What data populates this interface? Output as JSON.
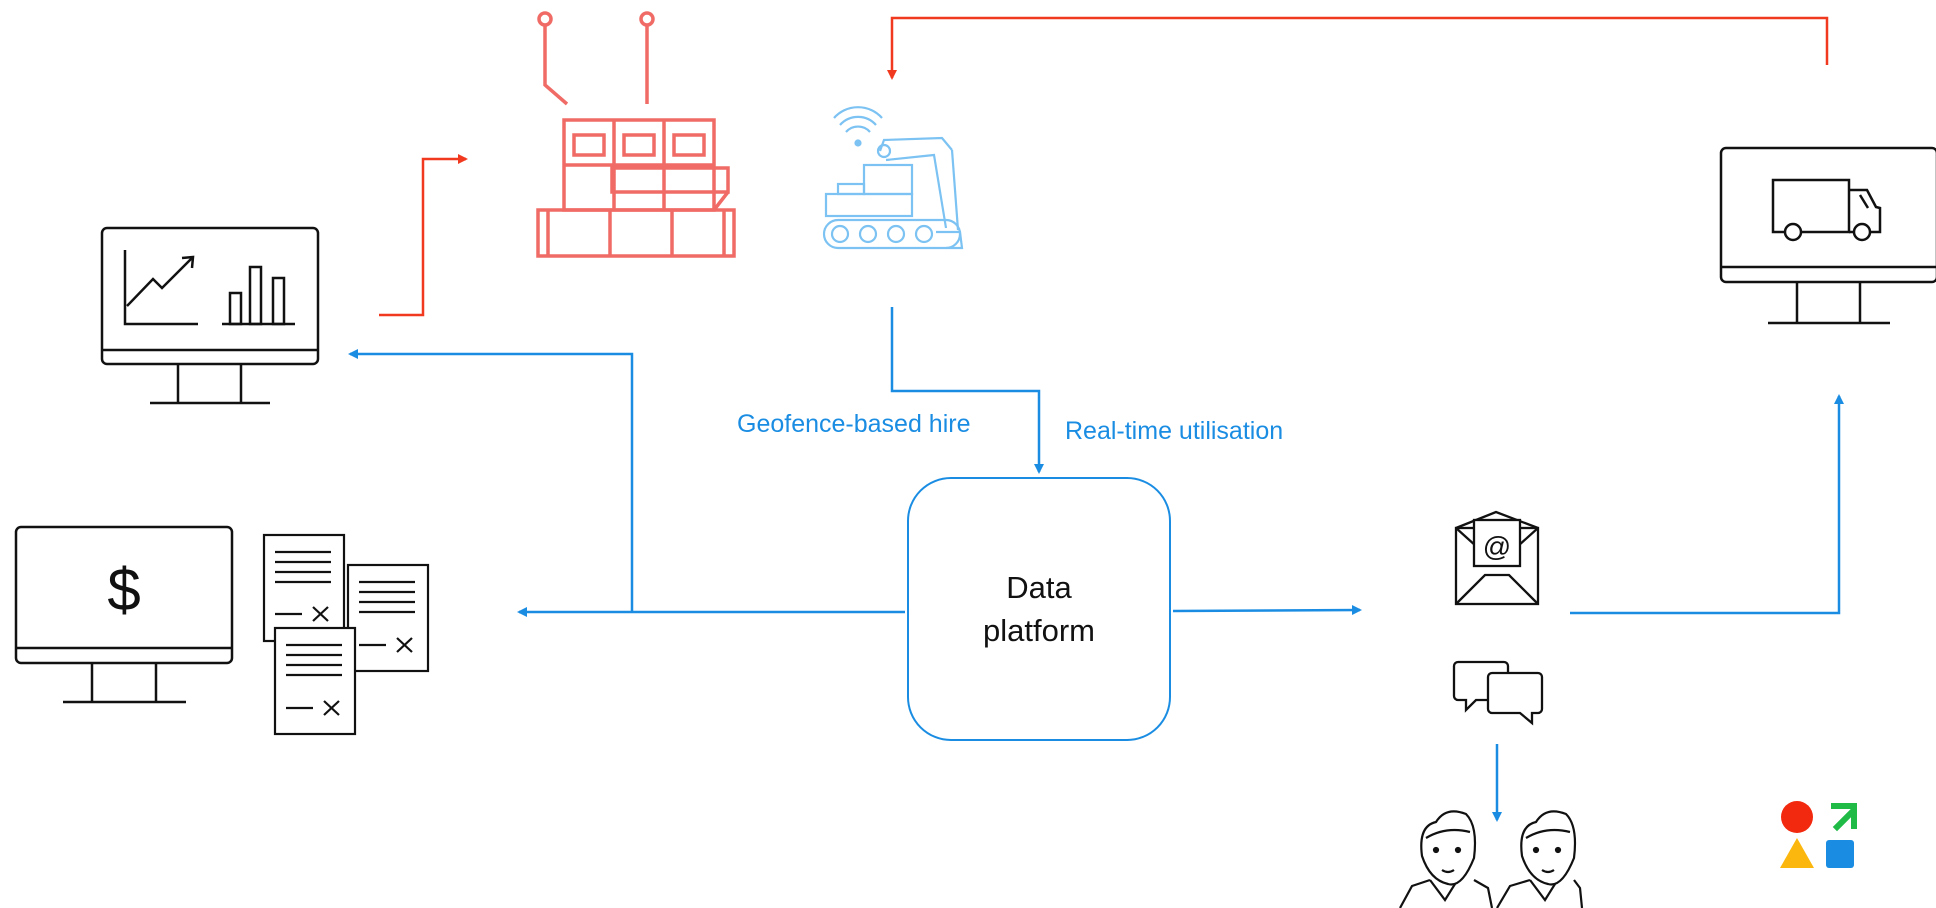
{
  "labels": {
    "geofence": "Geofence-based hire",
    "realtime": "Real-time utilisation",
    "platform": "Data platform"
  },
  "icons": {
    "analytics_monitor": "monitor-charts-icon",
    "billing_monitor": "monitor-dollar-icon",
    "documents": "invoice-documents-icon",
    "construction_site": "construction-site-icon",
    "excavator": "connected-excavator-icon",
    "delivery_monitor": "monitor-truck-icon",
    "email": "email-envelope-icon",
    "chat": "chat-bubbles-icon",
    "people": "people-icon",
    "logo": "brand-logo-icon",
    "dollar_glyph": "$"
  },
  "colors": {
    "blue_flow": "#1a8de3",
    "red_flow": "#f0391e",
    "site_red": "#f06b66",
    "excavator_blue": "#7cc2f2",
    "logo_red": "#f2290e",
    "logo_green": "#1fbb46",
    "logo_yellow": "#fbb70d",
    "logo_blue": "#1a8de3"
  }
}
